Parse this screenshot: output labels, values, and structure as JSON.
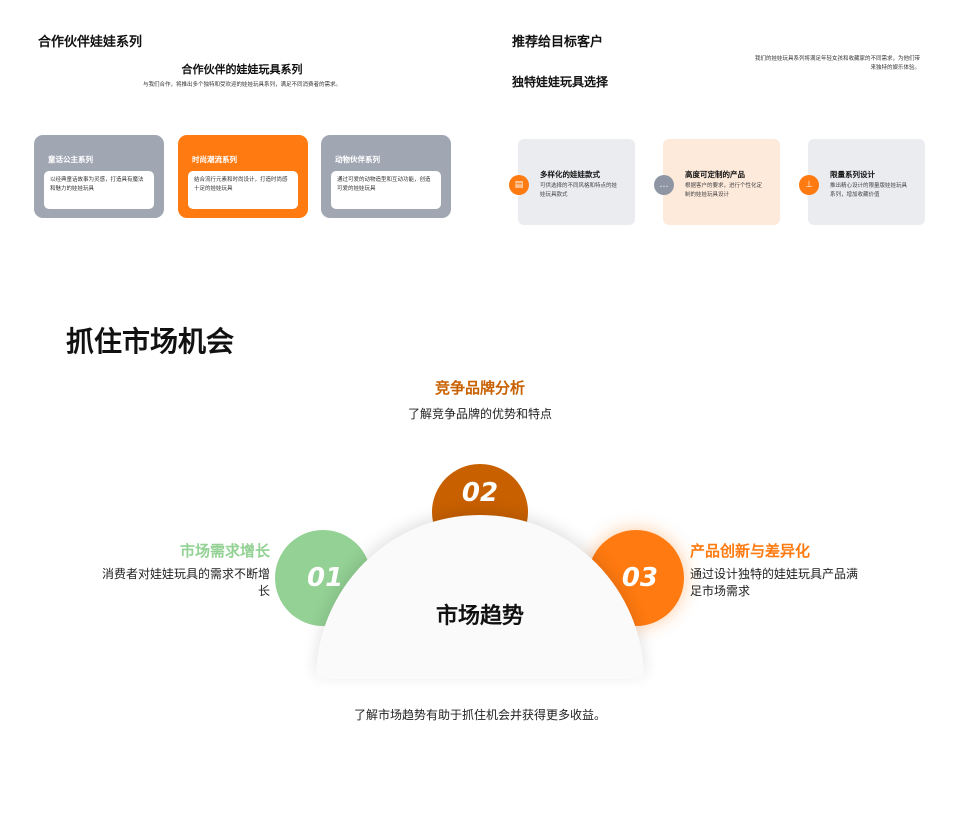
{
  "slide1": {
    "heading": "合作伙伴娃娃系列",
    "title": "合作伙伴的娃娃玩具系列",
    "subtitle": "与我们合作，将推出多个独特和受欢迎的娃娃玩具系列，满足不同消费者的需求。",
    "cards": [
      {
        "title": "童话公主系列",
        "body": "以经典童话故事为灵感，打造具有魔法和魅力的娃娃玩具"
      },
      {
        "title": "时尚潮流系列",
        "body": "结合流行元素和时尚设计，打造时尚感十足的娃娃玩具"
      },
      {
        "title": "动物伙伴系列",
        "body": "通过可爱的动物造型和互动功能，创造可爱的娃娃玩具"
      }
    ]
  },
  "slide2": {
    "heading": "推荐给目标客户",
    "intro": "我们的娃娃玩具系列将满足年轻女孩和收藏家的不同需求，为他们带来独特的娱乐体验。",
    "title": "独特娃娃玩具选择",
    "cards": [
      {
        "title": "多样化的娃娃款式",
        "body": "可供选择的不同风格和特点的娃娃玩具款式",
        "icon": "document-icon"
      },
      {
        "title": "高度可定制的产品",
        "body": "根据客户的要求，进行个性化定制的娃娃玩具设计",
        "icon": "chat-icon"
      },
      {
        "title": "限量系列设计",
        "body": "推出精心设计的限量版娃娃玩具系列，增加收藏价值",
        "icon": "hierarchy-icon"
      }
    ]
  },
  "slide3": {
    "title": "抓住市场机会",
    "center": "市场趋势",
    "footer": "了解市场趋势有助于抓住机会并获得更多收益。",
    "items": [
      {
        "num": "01",
        "title": "市场需求增长",
        "body": "消费者对娃娃玩具的需求不断增长",
        "color": "#93d194"
      },
      {
        "num": "02",
        "title": "竞争品牌分析",
        "body": "了解竞争品牌的优势和特点",
        "color": "#c96000"
      },
      {
        "num": "03",
        "title": "产品创新与差异化",
        "body": "通过设计独特的娃娃玩具产品满足市场需求",
        "color": "#ff7a10"
      }
    ]
  }
}
